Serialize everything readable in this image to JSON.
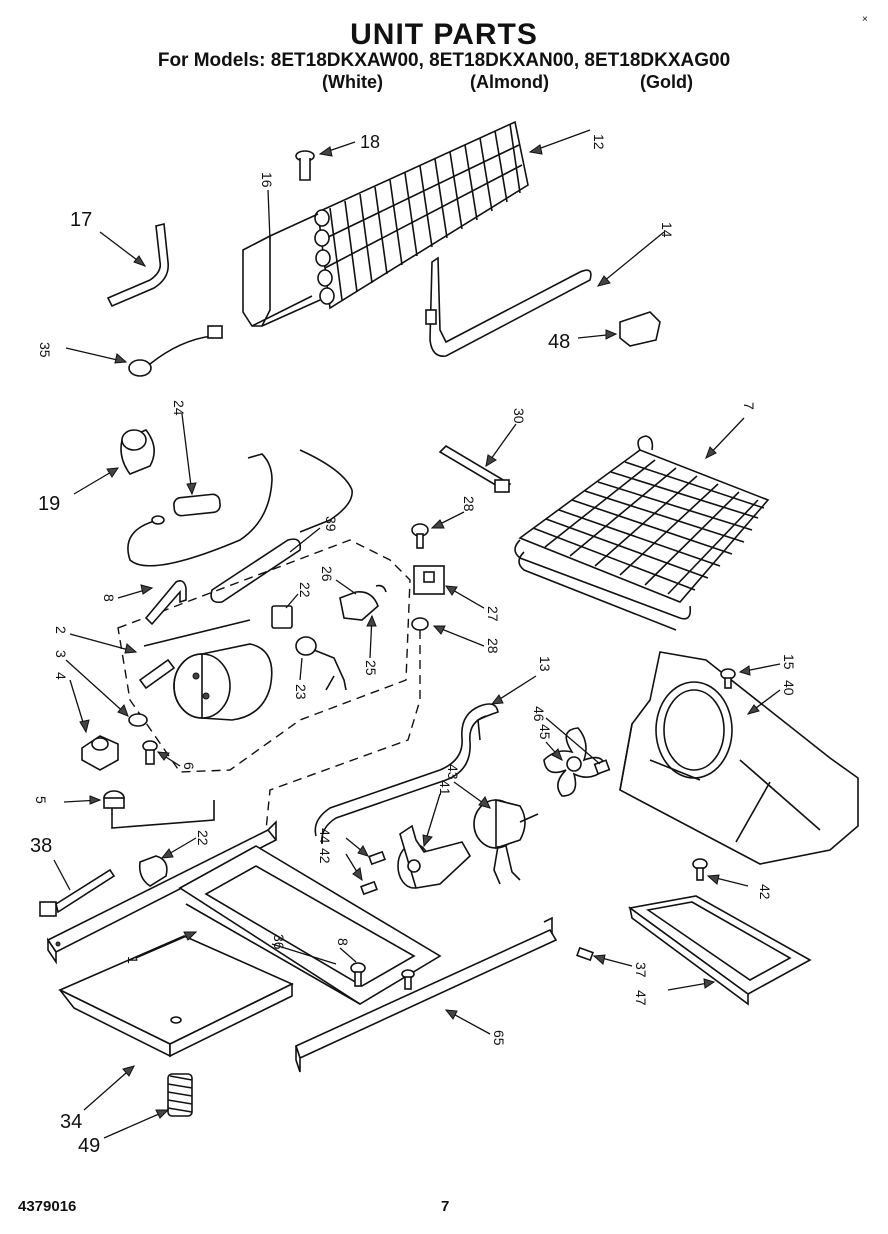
{
  "header": {
    "title": "UNIT PARTS",
    "models_line": "For Models: 8ET18DKXAW00, 8ET18DKXAN00, 8ET18DKXAG00",
    "variants": [
      "(White)",
      "(Almond)",
      "(Gold)"
    ]
  },
  "corner_mark": "×",
  "footer": {
    "doc_number": "4379016",
    "page_number": "7"
  },
  "callouts": {
    "c12": "12",
    "c18": "18",
    "c16": "16",
    "c17": "17",
    "c14": "14",
    "c48": "48",
    "c35": "35",
    "c24": "24",
    "c30": "30",
    "c7": "7",
    "c19": "19",
    "c28a": "28",
    "c39": "39",
    "c26": "26",
    "c8a": "8",
    "c22a": "22",
    "c27": "27",
    "c2": "2",
    "c3": "3",
    "c4": "4",
    "c25": "25",
    "c28b": "28",
    "c23": "23",
    "c6": "6",
    "c13": "13",
    "c15": "15",
    "c40": "40",
    "c46": "46",
    "c45": "45",
    "c5": "5",
    "c43": "43",
    "c41": "41",
    "c38": "38",
    "c22b": "22",
    "c44": "44",
    "c42a": "42",
    "c42b": "42",
    "c36": "36",
    "c8b": "8",
    "c1": "1",
    "c37": "37",
    "c47": "47",
    "c65": "65",
    "c34": "34",
    "c49": "49"
  }
}
